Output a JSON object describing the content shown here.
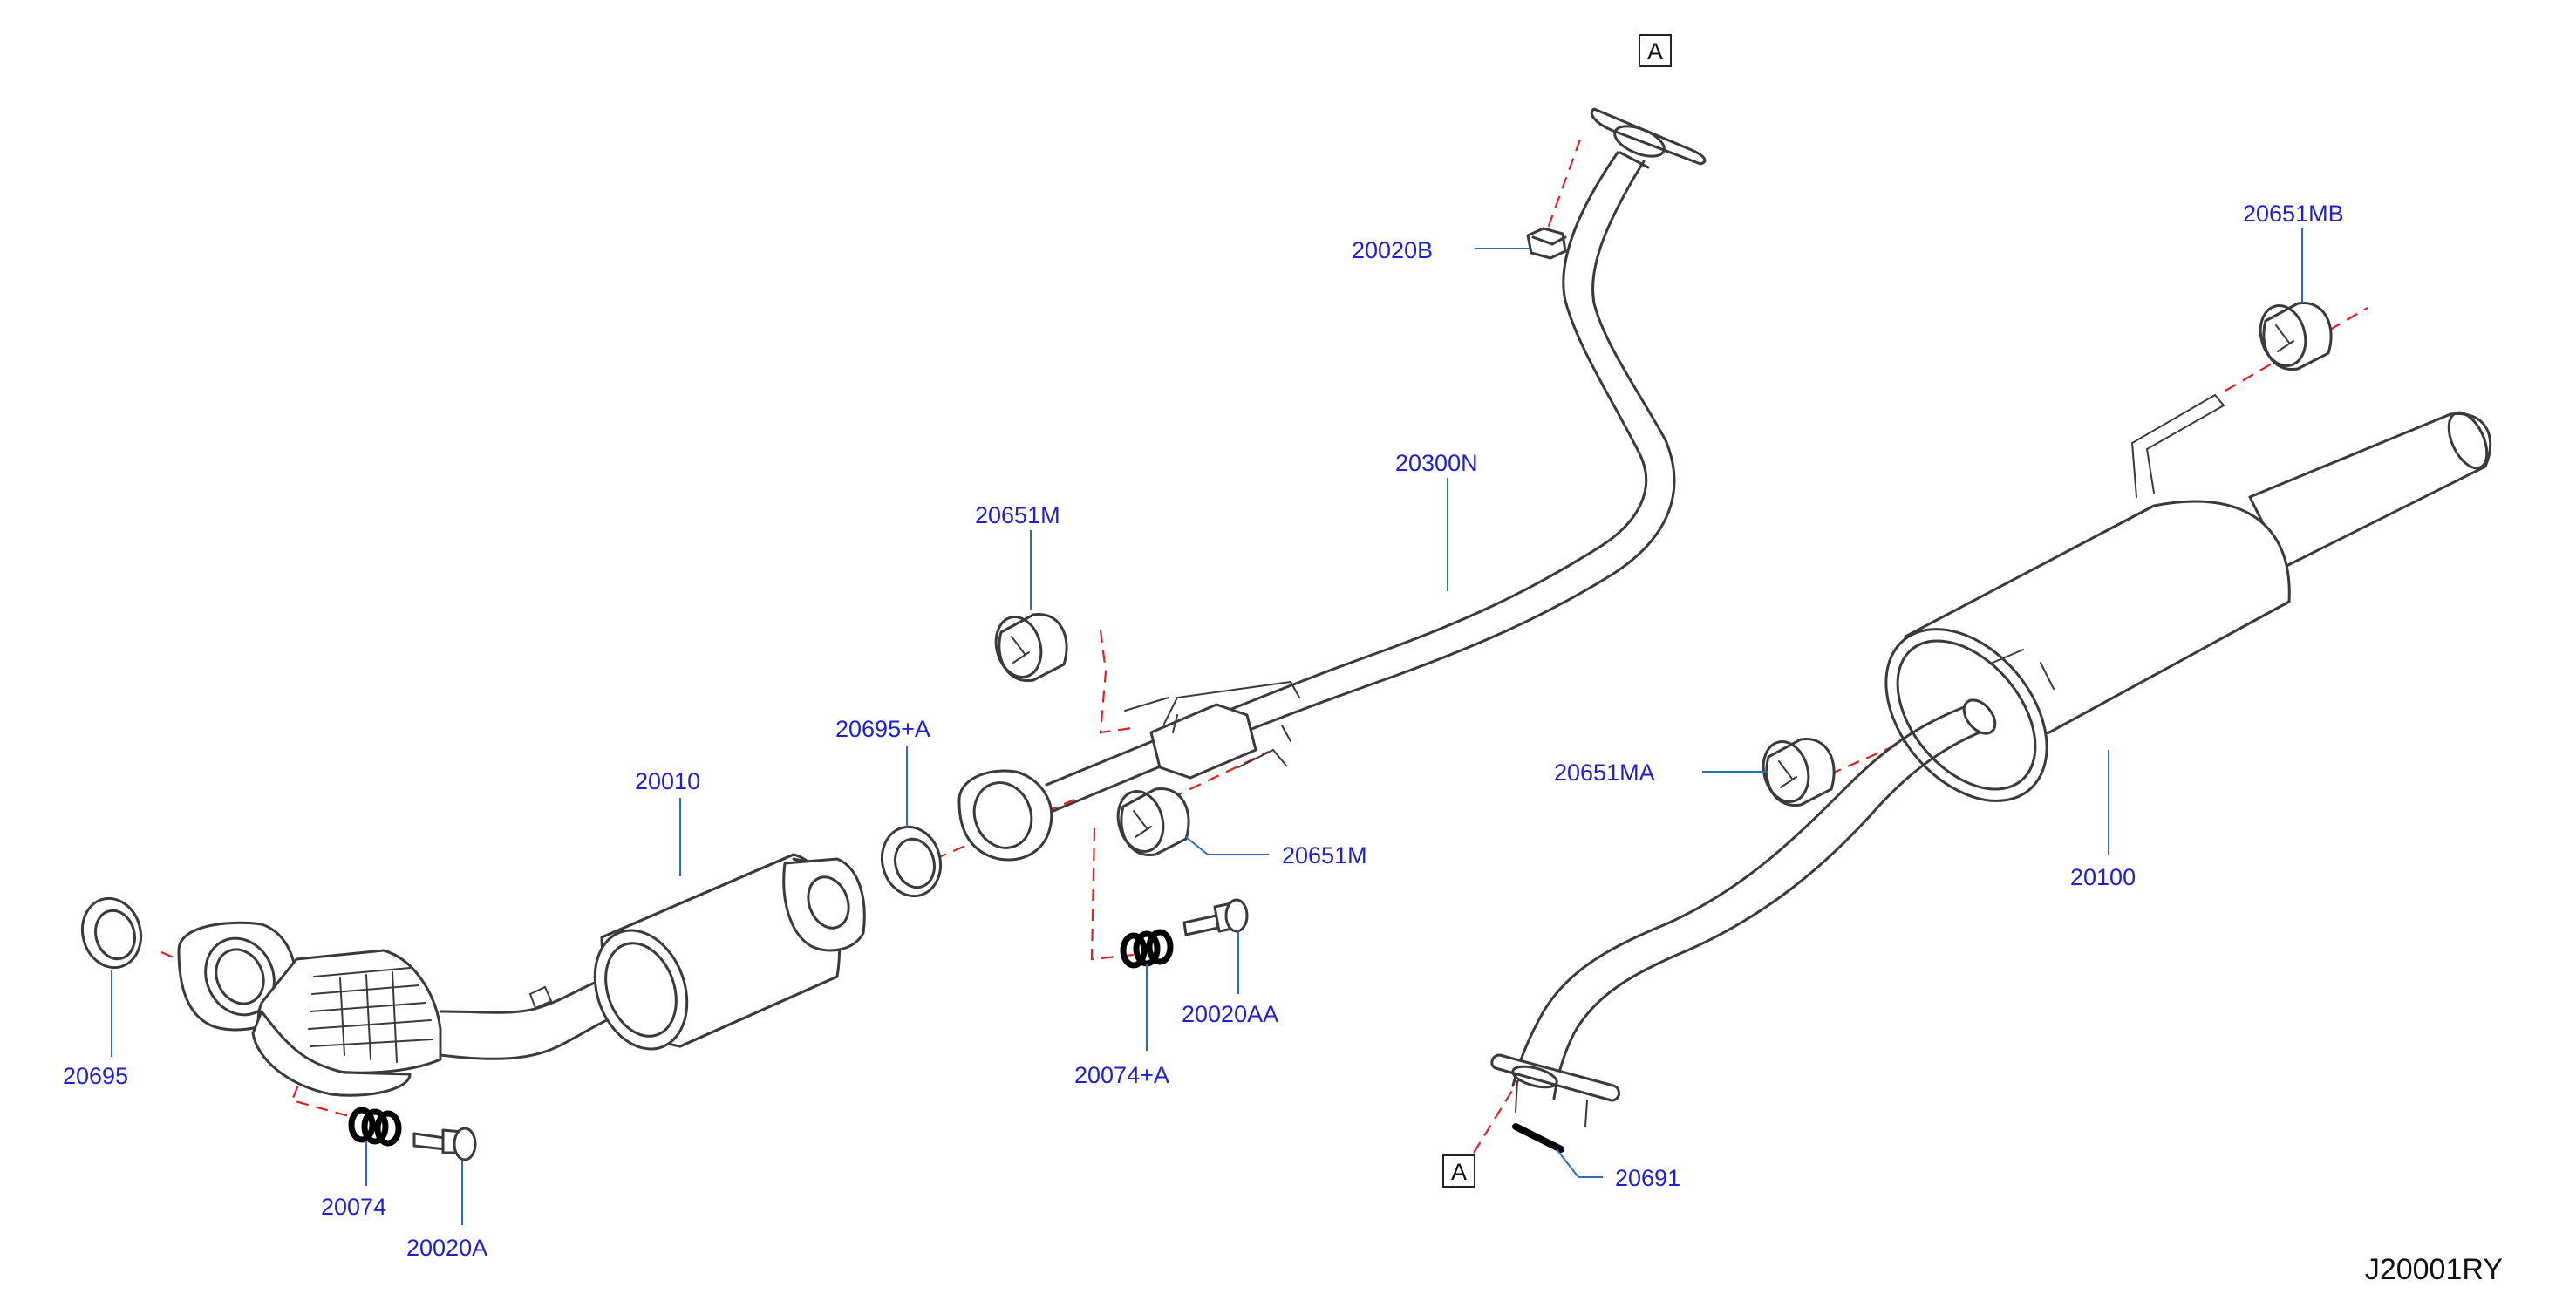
{
  "colors": {
    "label": "#1f1fd0",
    "leader": "#2a6fb5",
    "center_line": "#e02020",
    "outline": "#3a3a3a"
  },
  "labels": {
    "p20020B": "20020B",
    "p20300N": "20300N",
    "p20651M_top": "20651M",
    "p20651M_mid": "20651M",
    "p20695A": "20695+A",
    "p20010": "20010",
    "p20695": "20695",
    "p20074": "20074",
    "p20020A": "20020A",
    "p20074A": "20074+A",
    "p20020AA": "20020AA",
    "p20651MB": "20651MB",
    "p20651MA": "20651MA",
    "p20100": "20100",
    "p20691": "20691"
  },
  "ref_marks": {
    "top": "A",
    "bottom": "A"
  },
  "diagram_code": "J20001RY"
}
